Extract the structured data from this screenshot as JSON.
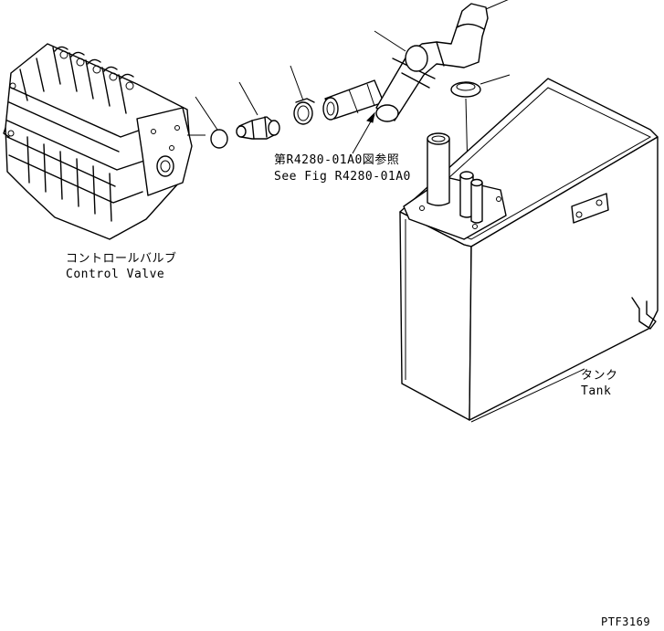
{
  "labels": {
    "control_valve_jp": "コントロールバルブ",
    "control_valve_en": "Control Valve",
    "ref_jp": "第R4280-01A0図参照",
    "ref_en": "See Fig R4280-01A0",
    "tank_jp": "タンク",
    "tank_en": "Tank",
    "figure_code": "PTF3169"
  }
}
